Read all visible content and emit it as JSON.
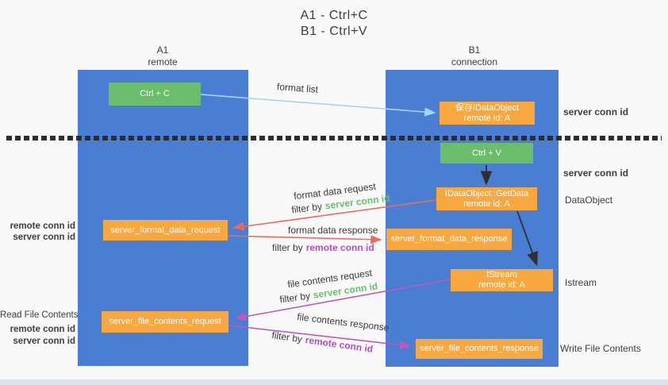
{
  "title": {
    "line1": "A1 - Ctrl+C",
    "line2": "B1 - Ctrl+V"
  },
  "lanes": {
    "left": {
      "title": "A1",
      "subtitle": "remote"
    },
    "right": {
      "title": "B1",
      "subtitle": "connection"
    }
  },
  "nodes": {
    "ctrl_c": {
      "label": "Ctrl + C"
    },
    "ctrl_v": {
      "label": "Ctrl + V"
    },
    "save_dataobject": {
      "line1": "保存IDataObject",
      "line2": "remote id: A"
    },
    "getdata": {
      "line1": "IDataObject::GetData",
      "line2": "remote id: A"
    },
    "istream": {
      "line1": "IStream",
      "line2": "remote id: A"
    },
    "server_format_data_request": {
      "label": "server_format_data_request"
    },
    "server_format_data_response": {
      "label": "server_format_data_response"
    },
    "server_file_contents_request": {
      "label": "server_file_contents_request"
    },
    "server_file_contents_response": {
      "label": "server_file_contents_response"
    }
  },
  "edge_labels": {
    "format_list": "format list",
    "format_data_request": "format data request",
    "format_data_response": "format data response",
    "file_contents_request": "file contents request",
    "file_contents_response": "file contents response",
    "filter_by": "filter by",
    "server_conn_id": "server conn id",
    "remote_conn_id": "remote conn id"
  },
  "side_labels": {
    "right_server_conn_id_top": "server conn id",
    "right_server_conn_id_mid": "server conn id",
    "data_object": "DataObject",
    "istream": "Istream",
    "write_file_contents": "Write File Contents",
    "left_remote_conn_id_top": "remote conn id",
    "left_server_conn_id_top": "server conn id",
    "read_file_contents": "Read File Contents",
    "left_remote_conn_id_bottom": "remote conn id",
    "left_server_conn_id_bottom": "server conn id"
  },
  "colors": {
    "lane_blue": "#4a7ed2",
    "box_green": "#69bd6b",
    "box_orange": "#f8a83f",
    "text_green": "#6abf69",
    "text_purple": "#ae4fc4",
    "arrow_red": "#e96b5f",
    "arrow_magenta": "#bf58b8",
    "arrow_light_blue": "#a8d3f2",
    "arrow_black": "#2f2f2f"
  }
}
